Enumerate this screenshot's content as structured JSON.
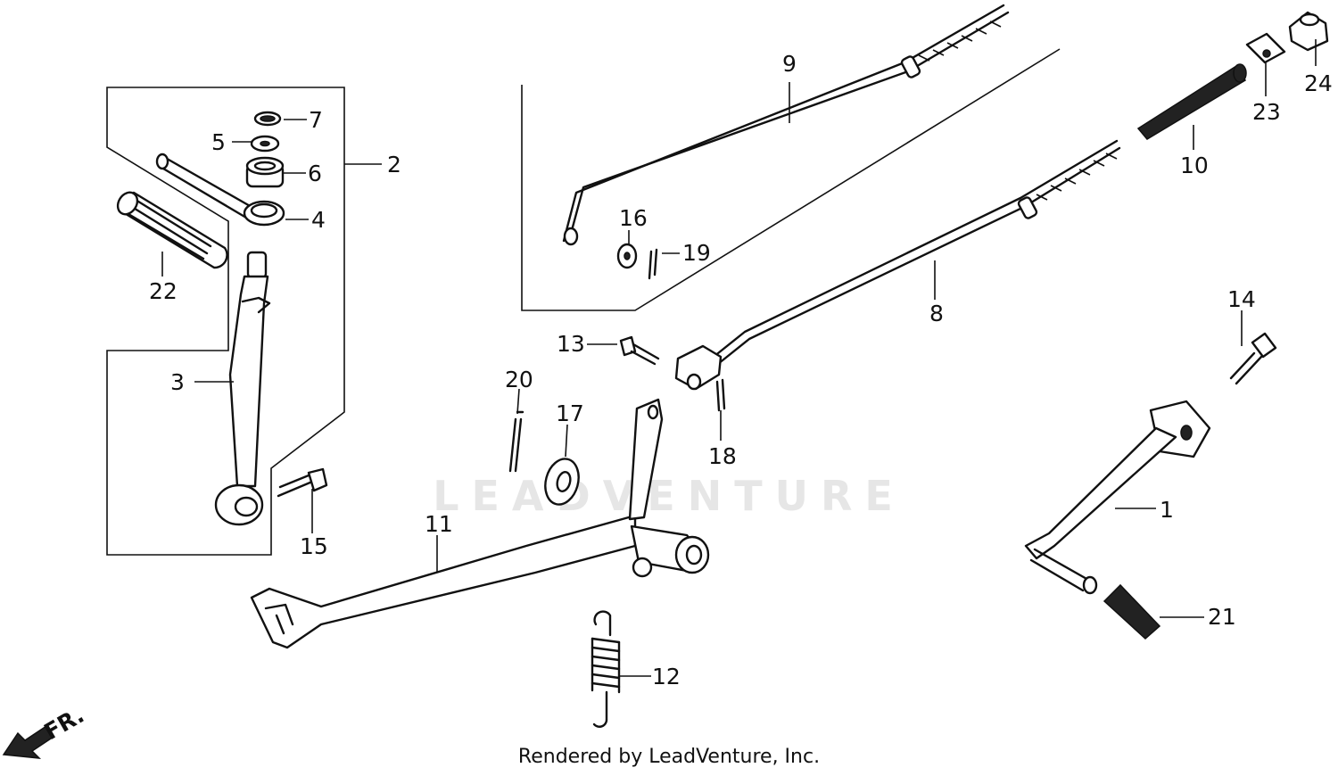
{
  "watermark": "LEADVENTURE",
  "footer": "Rendered by LeadVenture, Inc.",
  "direction_marker": "FR.",
  "callouts": [
    "1",
    "2",
    "3",
    "4",
    "5",
    "6",
    "7",
    "8",
    "9",
    "10",
    "11",
    "12",
    "13",
    "14",
    "15",
    "16",
    "17",
    "18",
    "19",
    "20",
    "21",
    "22",
    "23",
    "24"
  ]
}
